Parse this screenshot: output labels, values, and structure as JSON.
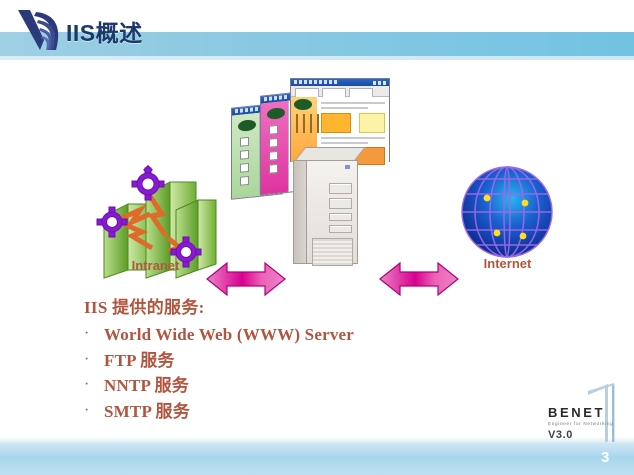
{
  "header": {
    "title": "IIS概述",
    "logo_icon": "benet-swoosh-icon",
    "band_color": "#8cc9e2",
    "title_color": "#1b3a6b"
  },
  "diagram": {
    "intranet_label": "Intranet",
    "internet_label": "Internet",
    "label_color": "#b0583f",
    "arrow_color": "#e0219b",
    "server_icon": "server-tower-icon",
    "browser_windows_icon": "browser-window-stack-icon",
    "intranet_icon": "intranet-network-icon",
    "internet_icon": "internet-globe-icon",
    "left_arrow_icon": "double-arrow-icon",
    "right_arrow_icon": "double-arrow-icon"
  },
  "content": {
    "heading": "IIS 提供的服务:",
    "bullet": "·",
    "items": [
      "World Wide Web (WWW) Server",
      "FTP 服务",
      "NNTP 服务",
      "SMTP 服务"
    ],
    "text_color": "#b2553f"
  },
  "footer": {
    "brand": "BENET",
    "tagline": "Engineer for Networking",
    "version": "V3.0",
    "page_number": "3",
    "band_color": "#a8d6ec"
  }
}
